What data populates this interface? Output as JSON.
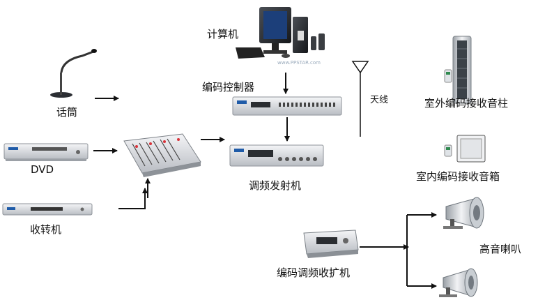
{
  "labels": {
    "computer": "计算机",
    "microphone": "话筒",
    "dvd": "DVD",
    "radio": "收转机",
    "encoder": "编码控制器",
    "transmitter": "调频发射机",
    "antenna": "天线",
    "outdoor_column": "室外编码接收音柱",
    "indoor_box": "室内编码接收音箱",
    "horn": "高音喇叭",
    "receiver_amp": "编码调频收扩机"
  },
  "watermark": "www.PPSTAR.com",
  "colors": {
    "arrow": "#111111",
    "device_silver": "#dcdfe3",
    "device_dark": "#2b2e33",
    "screen_blue": "#2a5db0"
  }
}
